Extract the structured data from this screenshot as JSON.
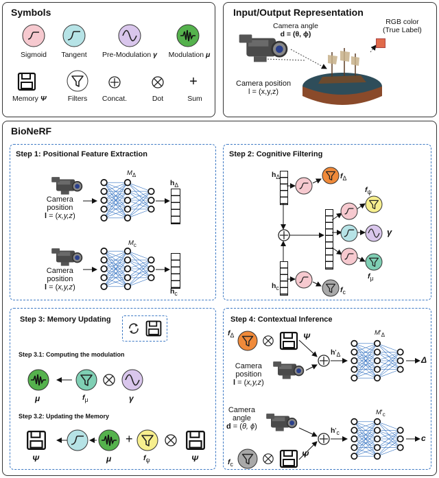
{
  "symbols": {
    "title": "Symbols",
    "sigmoid": "Sigmoid",
    "tangent": "Tangent",
    "premod": "Pre-Modulation",
    "premod_sym": "γ",
    "modulation": "Modulation",
    "modulation_sym": "μ",
    "memory": "Memory",
    "memory_sym": "Ψ",
    "filters": "Filters",
    "concat": "Concat.",
    "dot": "Dot",
    "sum": "Sum"
  },
  "io": {
    "title": "Input/Output Representation",
    "camera_angle_1": "Camera angle",
    "camera_angle_2": "d = (θ, ϕ)",
    "camera_pos_1": "Camera position",
    "camera_pos_2": "l = (x,y,z)",
    "rgb_1": "RGB color",
    "rgb_2": "(True Label)"
  },
  "bionerf": {
    "title": "BioNeRF",
    "step1": {
      "title": "Step 1: Positional Feature Extraction",
      "cam_1": "Camera",
      "cam_2": "position",
      "cam_3": "l = (x,y,z)",
      "m_delta": "MΔ",
      "h_delta": "hΔ",
      "m_c": "Mc",
      "h_c": "hc"
    },
    "step2": {
      "title": "Step 2: Cognitive Filtering",
      "h_delta": "hΔ",
      "h_c": "hc",
      "f_delta": "fΔ",
      "f_psi": "fψ",
      "gamma": "γ",
      "f_mu": "fμ",
      "f_c": "fc",
      "plus": "+"
    },
    "step3": {
      "title": "Step 3: Memory Updating",
      "sub1": "Step 3.1: Computing the modulation",
      "sub2": "Step 3.2: Updating the Memory",
      "mu": "μ",
      "f_mu": "fμ",
      "gamma": "γ",
      "psi": "Ψ",
      "f_psi": "fψ",
      "plus": "+"
    },
    "step4": {
      "title": "Step 4: Contextual Inference",
      "f_delta": "fΔ",
      "psi": "Ψ",
      "h_delta": "h'Δ",
      "m_delta": "M'Δ",
      "out_delta": "Δ",
      "cam_pos_1": "Camera",
      "cam_pos_2": "position",
      "cam_pos_3": "l = (x,y,z)",
      "cam_ang_1": "Camera",
      "cam_ang_2": "angle",
      "cam_ang_3": "d = (θ, ϕ)",
      "f_c": "fc",
      "h_c": "h'c",
      "m_c": "M'c",
      "out_c": "c"
    }
  },
  "colors": {
    "sigmoid": "#f6c9cf",
    "tangent": "#b6e3e6",
    "premod": "#d9c6ec",
    "modulation": "#55b24d",
    "filter_orange": "#f08a3a",
    "filter_yellow": "#f7ef8e",
    "filter_teal": "#7fcfb4",
    "filter_gray": "#a9a9a9",
    "dash_blue": "#3b78c4",
    "net_blue": "#2f6fc0",
    "rgb": "#e06a4a"
  }
}
